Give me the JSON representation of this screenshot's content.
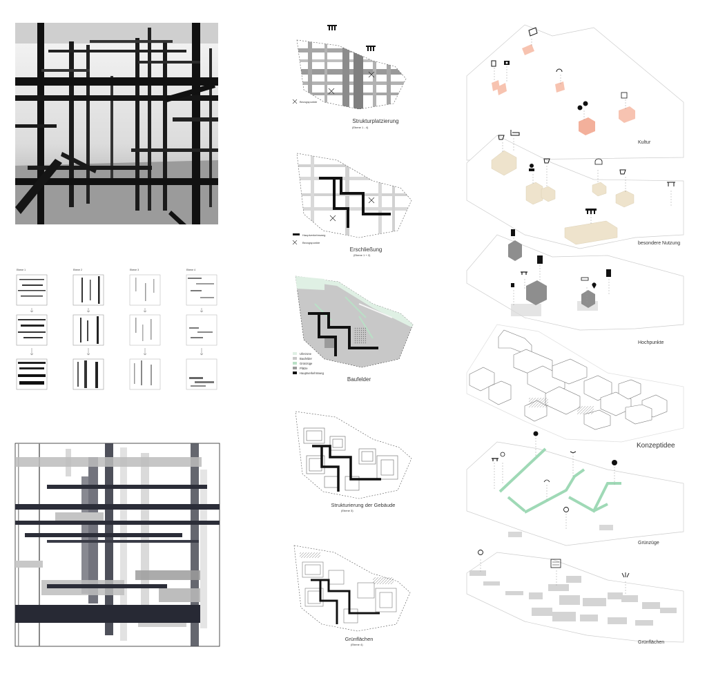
{
  "structure_steps": {
    "layer_labels": [
      "Ebene 1",
      "Ebene 2",
      "Ebene 3",
      "Ebene 4"
    ]
  },
  "maps": [
    {
      "title": "Strukturplatzierung",
      "subtitle": "(Ebene 1 - 4)",
      "legend": [
        {
          "label": "Bezugspunkte",
          "kind": "cross"
        }
      ]
    },
    {
      "title": "Erschließung",
      "subtitle": "(Ebene 1 + 2)",
      "legend": [
        {
          "label": "Hauptverkehrsweg",
          "kind": "line"
        },
        {
          "label": "Bezugspunkte",
          "kind": "cross"
        }
      ]
    },
    {
      "title": "Baufelder",
      "subtitle": "",
      "legend": [
        {
          "label": "Uferzone",
          "color": "#dff0e4"
        },
        {
          "label": "Baufelder",
          "color": "#c8c8c8"
        },
        {
          "label": "Grünzüge",
          "color": "#b9e0c6"
        },
        {
          "label": "Plätze",
          "color": "#9a9a9a"
        },
        {
          "label": "Hauptverkehrsweg",
          "color": "#111111"
        }
      ]
    },
    {
      "title": "Strukturierung der Gebäude",
      "subtitle": "(Ebene 3)",
      "legend": []
    },
    {
      "title": "Grünflächen",
      "subtitle": "(Ebene 4)",
      "legend": []
    }
  ],
  "layers": [
    {
      "label": "Kultur"
    },
    {
      "label": "besondere Nutzung"
    },
    {
      "label": "Hochpunkte"
    },
    {
      "label": "Konzeptidee"
    },
    {
      "label": "Grünzüge"
    },
    {
      "label": "Grünflächen"
    }
  ],
  "colors": {
    "culture": "#f6b9a3",
    "special_use": "#eee3cc",
    "highpoint": "#8e8e8e",
    "green": "#9fd9b6",
    "grey_field": "#d4d4d4",
    "main_road": "#111111"
  }
}
